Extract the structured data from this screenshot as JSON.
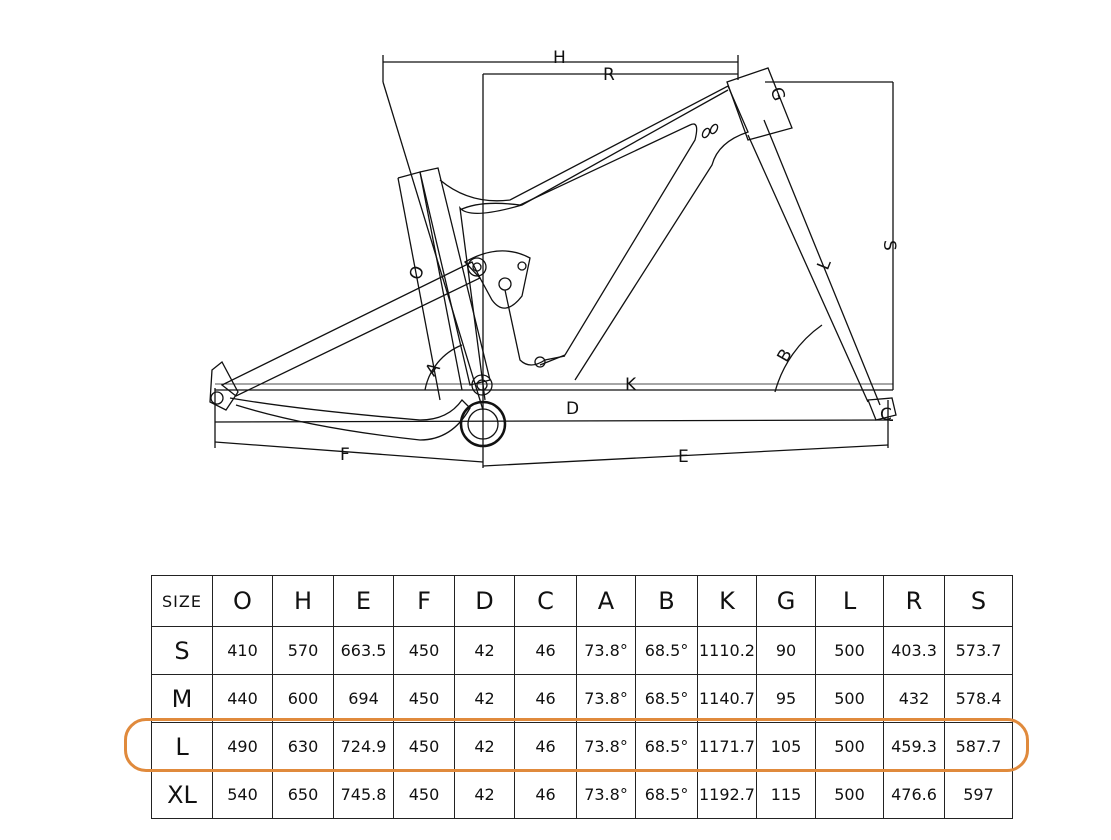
{
  "diagram": {
    "labels": {
      "H": "H",
      "R": "R",
      "G": "G",
      "S": "S",
      "L": "L",
      "O": "O",
      "A": "A",
      "B": "B",
      "K": "K",
      "C": "C",
      "D": "D",
      "F": "F",
      "E": "E"
    }
  },
  "table": {
    "headers": [
      "SIZE",
      "O",
      "H",
      "E",
      "F",
      "D",
      "C",
      "A",
      "B",
      "K",
      "G",
      "L",
      "R",
      "S"
    ],
    "rows": [
      [
        "S",
        "410",
        "570",
        "663.5",
        "450",
        "42",
        "46",
        "73.8°",
        "68.5°",
        "1110.2",
        "90",
        "500",
        "403.3",
        "573.7"
      ],
      [
        "M",
        "440",
        "600",
        "694",
        "450",
        "42",
        "46",
        "73.8°",
        "68.5°",
        "1140.7",
        "95",
        "500",
        "432",
        "578.4"
      ],
      [
        "L",
        "490",
        "630",
        "724.9",
        "450",
        "42",
        "46",
        "73.8°",
        "68.5°",
        "1171.7",
        "105",
        "500",
        "459.3",
        "587.7"
      ],
      [
        "XL",
        "540",
        "650",
        "745.8",
        "450",
        "42",
        "46",
        "73.8°",
        "68.5°",
        "1192.7",
        "115",
        "500",
        "476.6",
        "597"
      ]
    ],
    "highlighted_row": "L",
    "highlight_color": "#e08a3c"
  }
}
